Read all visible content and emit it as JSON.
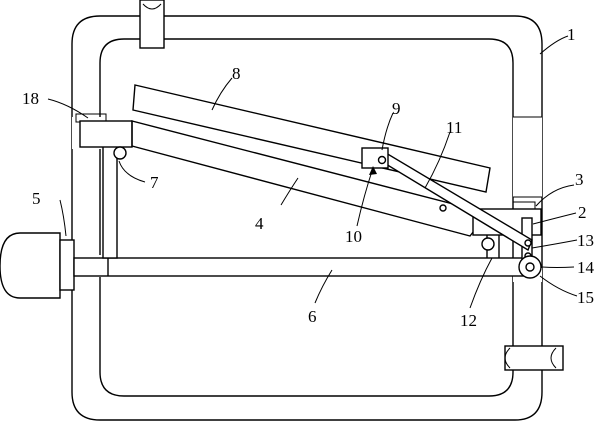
{
  "figure": {
    "labels": [
      {
        "id": "1",
        "text": "1"
      },
      {
        "id": "2",
        "text": "2"
      },
      {
        "id": "3",
        "text": "3"
      },
      {
        "id": "4",
        "text": "4"
      },
      {
        "id": "5",
        "text": "5"
      },
      {
        "id": "6",
        "text": "6"
      },
      {
        "id": "7",
        "text": "7"
      },
      {
        "id": "8",
        "text": "8"
      },
      {
        "id": "9",
        "text": "9"
      },
      {
        "id": "10",
        "text": "10"
      },
      {
        "id": "11",
        "text": "11"
      },
      {
        "id": "12",
        "text": "12"
      },
      {
        "id": "13",
        "text": "13"
      },
      {
        "id": "14",
        "text": "14"
      },
      {
        "id": "15",
        "text": "15"
      },
      {
        "id": "18",
        "text": "18"
      }
    ]
  }
}
